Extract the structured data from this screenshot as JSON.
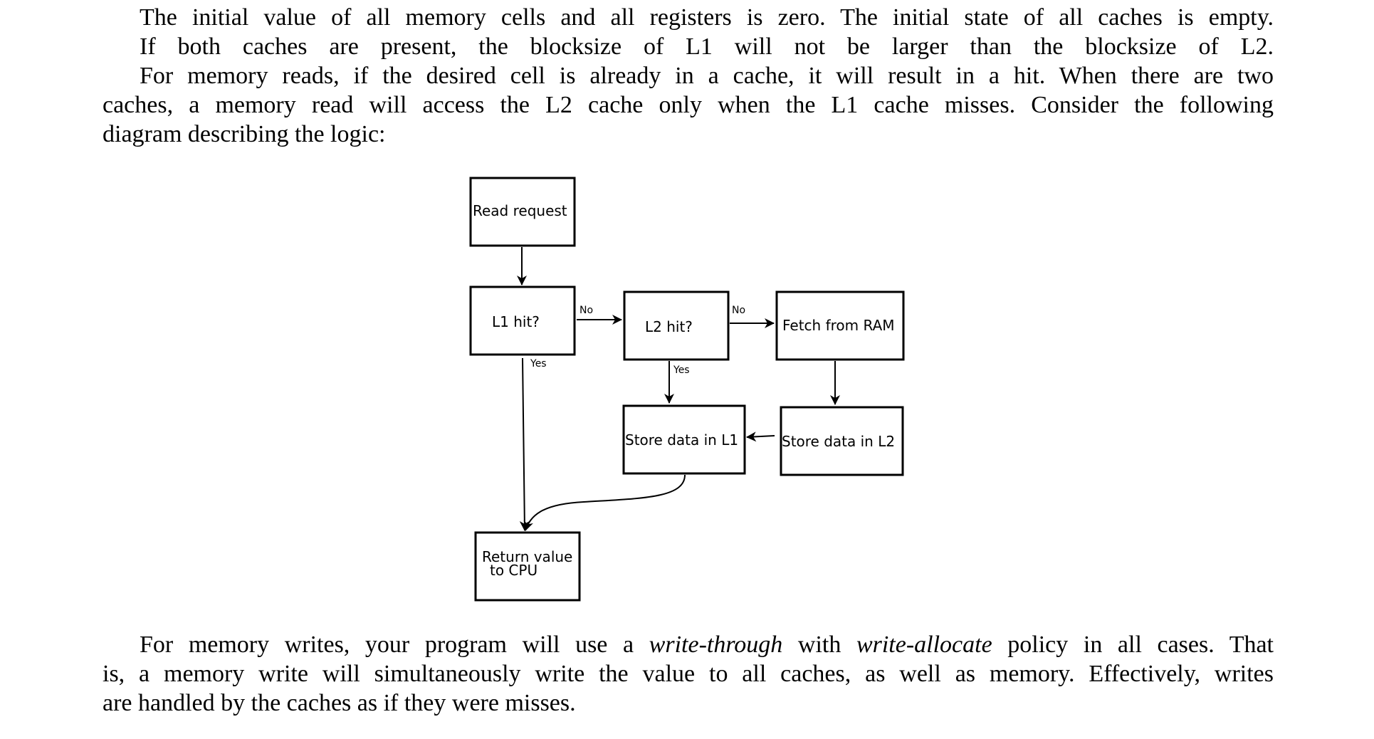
{
  "intro": {
    "line1": "The initial value of all memory cells and all registers is zero. The initial state of all caches is empty.",
    "line2": "If both caches are present, the blocksize of L1 will not be larger than the blocksize of L2.",
    "line3": "For memory reads, if the desired cell is already in a cache, it will result in a hit. When there are two",
    "line4": "caches, a memory read will access the L2 cache only when the L1 cache misses. Consider the following",
    "line5": "diagram describing the logic:"
  },
  "diagram": {
    "read_request": "Read request",
    "l1_hit": "L1 hit?",
    "l2_hit": "L2 hit?",
    "fetch_ram": "Fetch from RAM",
    "store_l1": "Store data in L1",
    "store_l2": "Store data in L2",
    "return_line1": "Return value",
    "return_line2": "to CPU",
    "no_label_1": "No",
    "no_label_2": "No",
    "yes_label_1": "Yes",
    "yes_label_2": "Yes"
  },
  "outro": {
    "line1_a": "For memory writes, your program will use a ",
    "line1_em1": "write-through",
    "line1_b": " with ",
    "line1_em2": "write-allocate",
    "line1_c": " policy in all cases. That",
    "line2": "is, a memory write will simultaneously write the value to all caches, as well as memory. Effectively, writes",
    "line3": "are handled by the caches as if they were misses."
  }
}
